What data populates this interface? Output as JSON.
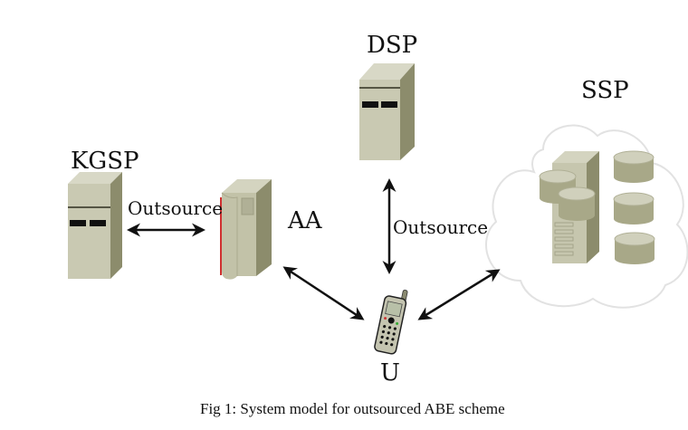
{
  "figure": {
    "caption": "Fig 1: System model for outsourced ABE scheme",
    "nodes": {
      "kgsp": {
        "label": "KGSP",
        "type": "server"
      },
      "aa": {
        "label": "AA",
        "type": "server"
      },
      "dsp": {
        "label": "DSP",
        "type": "server"
      },
      "ssp": {
        "label": "SSP",
        "type": "cloud-storage"
      },
      "user": {
        "label": "U",
        "type": "mobile-phone"
      }
    },
    "edges": [
      {
        "from": "KGSP",
        "to": "AA",
        "label": "Outsource",
        "direction": "bidirectional"
      },
      {
        "from": "DSP",
        "to": "U",
        "label": "Outsource",
        "direction": "bidirectional"
      },
      {
        "from": "AA",
        "to": "U",
        "label": "",
        "direction": "bidirectional"
      },
      {
        "from": "SSP",
        "to": "U",
        "label": "",
        "direction": "bidirectional"
      }
    ],
    "colors": {
      "server_front": "#c8c8b0",
      "server_top": "#d6d6c4",
      "server_side": "#8a8a6a",
      "accent_red": "#d03030",
      "cloud_outline": "#e4e4e4",
      "arrow": "#111111"
    }
  }
}
